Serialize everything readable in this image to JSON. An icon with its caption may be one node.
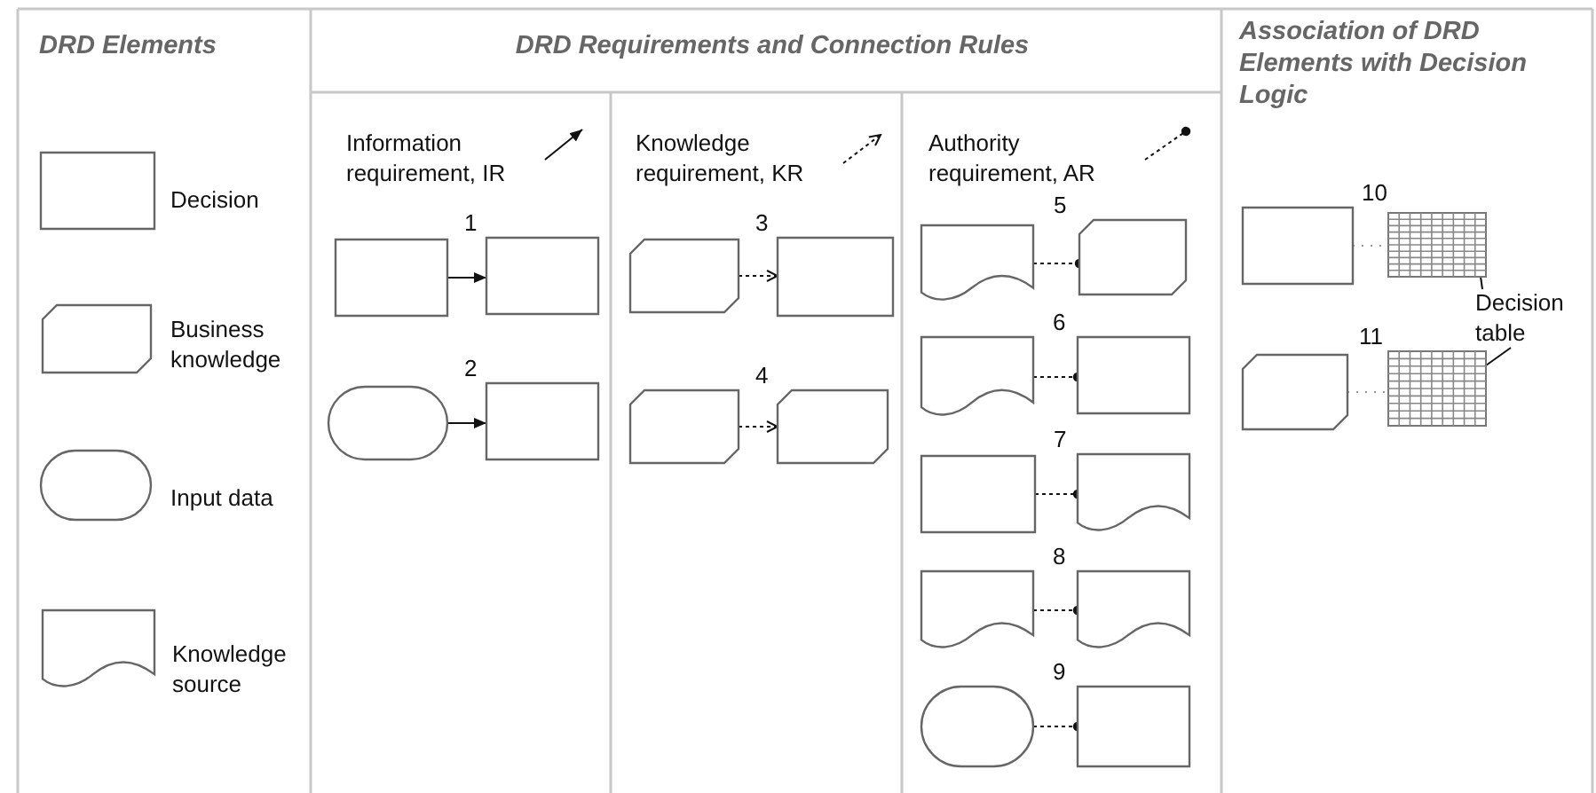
{
  "diagram": {
    "nodes": [
      {
        "text": [],
        "shape": "box",
        "beside": [
          "Decision"
        ]
      },
      {
        "text": [],
        "shape": "card",
        "beside": [
          "Business knowledge"
        ]
      },
      {
        "text": [],
        "shape": "pill",
        "beside": [
          "Input data"
        ]
      },
      {
        "text": [],
        "shape": "document",
        "beside": [
          "Knowledge source"
        ]
      },
      {
        "text": [],
        "shape": "box"
      },
      {
        "text": [],
        "shape": "box"
      },
      {
        "text": [],
        "shape": "pill"
      },
      {
        "text": [],
        "shape": "box"
      },
      {
        "text": [],
        "shape": "card"
      },
      {
        "text": [],
        "shape": "box"
      },
      {
        "text": [],
        "shape": "card"
      },
      {
        "text": [],
        "shape": "card"
      },
      {
        "text": [],
        "shape": "document"
      },
      {
        "text": [],
        "shape": "card"
      },
      {
        "text": [],
        "shape": "document"
      },
      {
        "text": [],
        "shape": "box"
      },
      {
        "text": [],
        "shape": "box"
      },
      {
        "text": [],
        "shape": "document"
      },
      {
        "text": [],
        "shape": "document"
      },
      {
        "text": [],
        "shape": "document"
      },
      {
        "text": [],
        "shape": "pill"
      },
      {
        "text": [],
        "shape": "box"
      },
      {
        "text": [],
        "shape": "box"
      },
      {
        "text": [],
        "shape": "grid"
      },
      {
        "text": [],
        "shape": "card"
      },
      {
        "text": [],
        "shape": "grid"
      },
      {
        "text": [
          "Decision table"
        ]
      }
    ],
    "edges": [
      {
        "from": 4,
        "to": 5,
        "arrow": "to",
        "label": "1"
      },
      {
        "from": 6,
        "to": 7,
        "arrow": "to",
        "label": "2"
      },
      {
        "from": 8,
        "to": 9,
        "arrow": "to",
        "label": "3",
        "style": "dashed"
      },
      {
        "from": 10,
        "to": 11,
        "arrow": "to",
        "label": "4",
        "style": "dashed"
      },
      {
        "from": 12,
        "to": 13,
        "arrow": "other",
        "label": "5",
        "style": "dashed"
      },
      {
        "from": 14,
        "to": 15,
        "arrow": "other",
        "label": "6",
        "style": "dashed"
      },
      {
        "from": 16,
        "to": 17,
        "arrow": "other",
        "label": "7",
        "style": "dashed"
      },
      {
        "from": 18,
        "to": 19,
        "arrow": "other",
        "label": "8",
        "style": "dashed"
      },
      {
        "from": 20,
        "to": 21,
        "arrow": "other",
        "label": "9",
        "style": "dashed"
      },
      {
        "from": 22,
        "to": 23,
        "arrow": "none",
        "label": "10",
        "style": "dashed",
        "color": "#999999"
      },
      {
        "from": 24,
        "to": 25,
        "arrow": "none",
        "label": "11",
        "style": "dashed",
        "color": "#999999"
      },
      {
        "from": 26,
        "to": 23,
        "arrow": "none"
      },
      {
        "from": 26,
        "to": 25,
        "arrow": "none"
      }
    ],
    "labels": [
      "DRD Elements",
      "DRD Requirements and Connection Rules",
      "Association of DRD Elements with Decision Logic",
      "Information requirement, IR",
      "Knowledge requirement, KR",
      "Authority requirement, AR"
    ]
  }
}
